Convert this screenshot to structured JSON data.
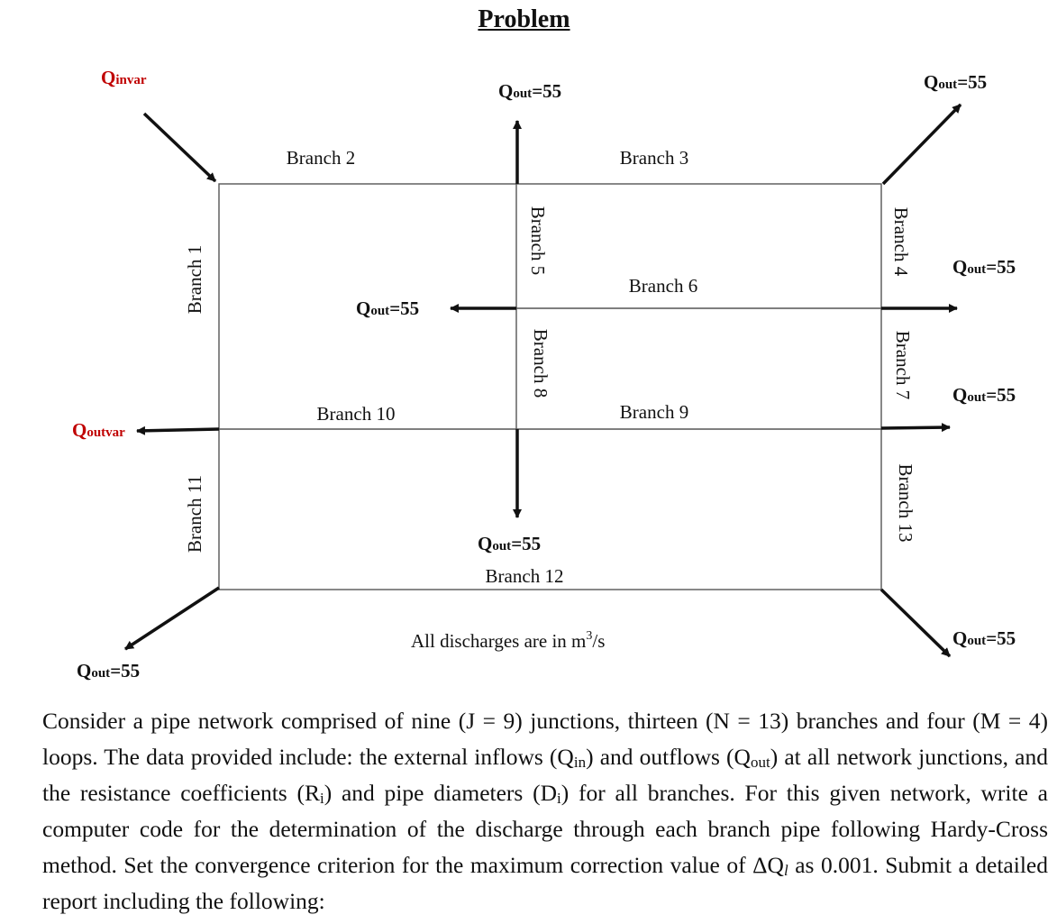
{
  "title": "Problem",
  "diagram": {
    "inflow_label": {
      "main": "Q",
      "sub": "invar"
    },
    "outflow_var_label": {
      "main": "Q",
      "sub": "outvar"
    },
    "out_label": {
      "main": "Q",
      "sub": "out",
      "value": "=55"
    },
    "branches": {
      "b1": "Branch 1",
      "b2": "Branch 2",
      "b3": "Branch 3",
      "b4": "Branch 4",
      "b5": "Branch 5",
      "b6": "Branch 6",
      "b7": "Branch 7",
      "b8": "Branch 8",
      "b9": "Branch 9",
      "b10": "Branch 10",
      "b11": "Branch 11",
      "b12": "Branch 12",
      "b13": "Branch 13"
    },
    "units_note": {
      "text": "All discharges are in m",
      "sup": "3",
      "suffix": "/s"
    },
    "colors": {
      "variable_label": "#c00000",
      "lines": "#111111"
    }
  },
  "paragraph": {
    "p1": "Consider a pipe network comprised of nine (J = 9) junctions, thirteen (N = 13) branches and four (M = 4) loops. The data provided include: the external inflows (Q",
    "p1_sub": "in",
    "p2": ") and outflows (Q",
    "p2_sub": "out",
    "p3": ") at all network junctions, and the resistance coefficients (R",
    "p3_sub": "i",
    "p4": ") and pipe diameters (D",
    "p4_sub": "i",
    "p5": ") for all branches. For this given network, write a computer code for the determination of the discharge through each branch pipe following Hardy-Cross method. Set the convergence criterion for the maximum correction value of ΔQ",
    "p5_sub": "l",
    "p6": " as 0.001. Submit a detailed report including the following:"
  }
}
